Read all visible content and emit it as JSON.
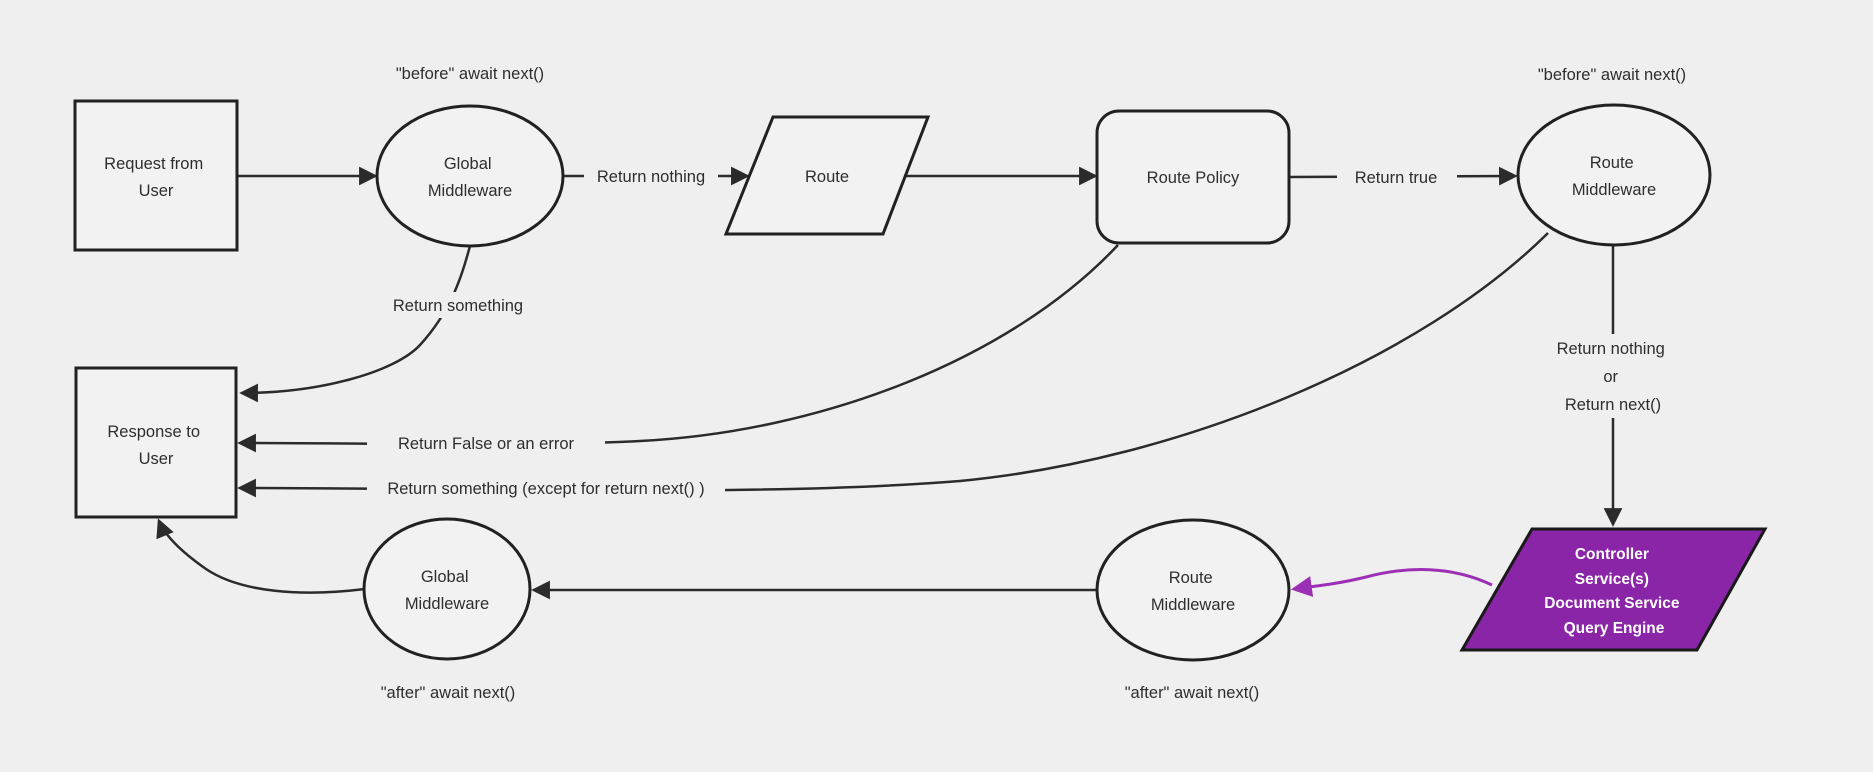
{
  "diagram_title": "middleware-request-lifecycle-flowchart",
  "colors": {
    "background": "#efefef",
    "node_fill": "#f2f2f2",
    "node_border": "#212121",
    "edge": "#2b2b2b",
    "purple_fill": "#8b25a8",
    "purple_edge": "#9c30b4",
    "text": "#2e2e2e",
    "controller_text": "#ffffff"
  },
  "nodes": {
    "request": {
      "line1": "Request from",
      "line2": "User"
    },
    "global_middleware_top": {
      "line1": "Global",
      "line2": "Middleware"
    },
    "route": {
      "label": "Route"
    },
    "route_policy": {
      "label": "Route Policy"
    },
    "route_middleware_top": {
      "line1": "Route",
      "line2": "Middleware"
    },
    "response": {
      "line1": "Response to",
      "line2": "User"
    },
    "global_middleware_bottom": {
      "line1": "Global",
      "line2": "Middleware"
    },
    "route_middleware_bottom": {
      "line1": "Route",
      "line2": "Middleware"
    },
    "controller": {
      "line1": "Controller",
      "line2": "Service(s)",
      "line3": "Document Service",
      "line4": "Query Engine"
    }
  },
  "edge_labels": {
    "return_nothing": "Return nothing",
    "return_true": "Return true",
    "return_something": "Return something",
    "return_false_or_error": "Return False or an error",
    "return_something_except": "Return something (except for return next() )",
    "return_nothing_or": {
      "line1": "Return nothing",
      "line2": "or",
      "line3": "Return next()"
    }
  },
  "annotations": {
    "before_await_left": "\"before\" await next()",
    "before_await_right": "\"before\" await next()",
    "after_await_left": "\"after\" await next()",
    "after_await_right": "\"after\" await next()"
  }
}
